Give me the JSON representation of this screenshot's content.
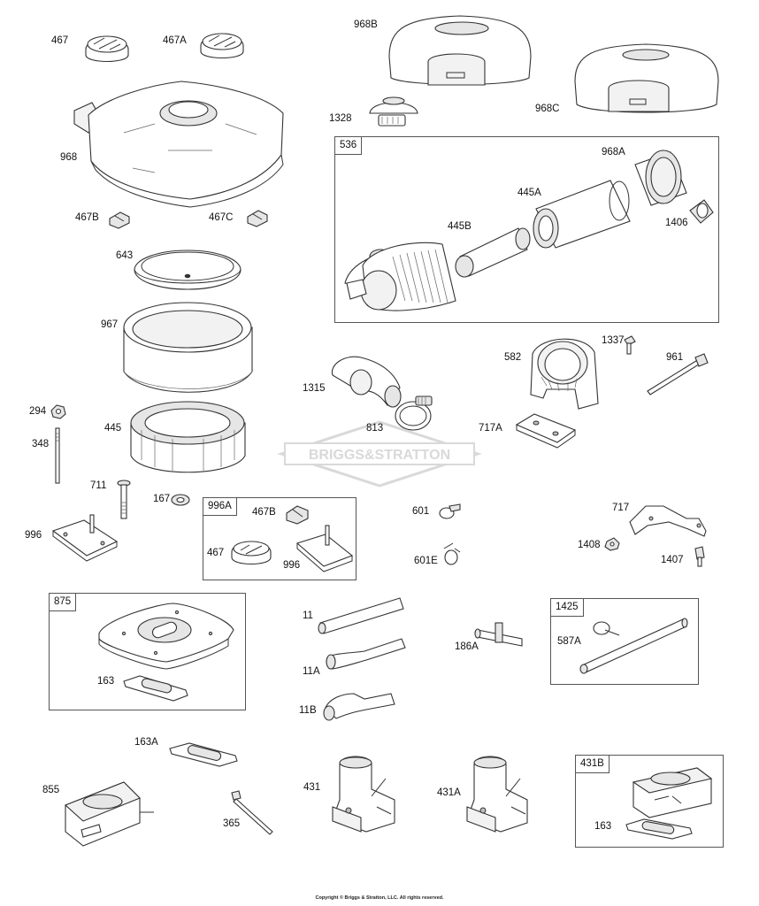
{
  "labels": {
    "p467": "467",
    "p467a": "467A",
    "p968": "968",
    "p467b": "467B",
    "p467c": "467C",
    "p643": "643",
    "p967": "967",
    "p294": "294",
    "p348": "348",
    "p445": "445",
    "p711": "711",
    "p167": "167",
    "p996": "996",
    "p968b": "968B",
    "p968c": "968C",
    "p1328": "1328",
    "p968a": "968A",
    "p445a": "445A",
    "p445b": "445B",
    "p1406": "1406",
    "p1315": "1315",
    "p813": "813",
    "p582": "582",
    "p1337": "1337",
    "p961": "961",
    "p717a": "717A",
    "p996a_467b": "467B",
    "p996a_467": "467",
    "p996a_996": "996",
    "p601": "601",
    "p601e": "601E",
    "p717": "717",
    "p1408": "1408",
    "p1407": "1407",
    "p163_875": "163",
    "p11": "11",
    "p11a": "11A",
    "p11b": "11B",
    "p186a": "186A",
    "p587a": "587A",
    "p163a": "163A",
    "p855": "855",
    "p365": "365",
    "p431": "431",
    "p431a": "431A",
    "p163_431b": "163"
  },
  "kits": {
    "k536": "536",
    "k996a": "996A",
    "k875": "875",
    "k1425": "1425",
    "k431b": "431B"
  },
  "watermark": "BRIGGS&STRATTON",
  "copyright": "Copyright © Briggs & Stratton, LLC. All rights reserved.",
  "colors": {
    "line": "#333333",
    "box": "#555555",
    "watermark": "#d9d9d9"
  }
}
